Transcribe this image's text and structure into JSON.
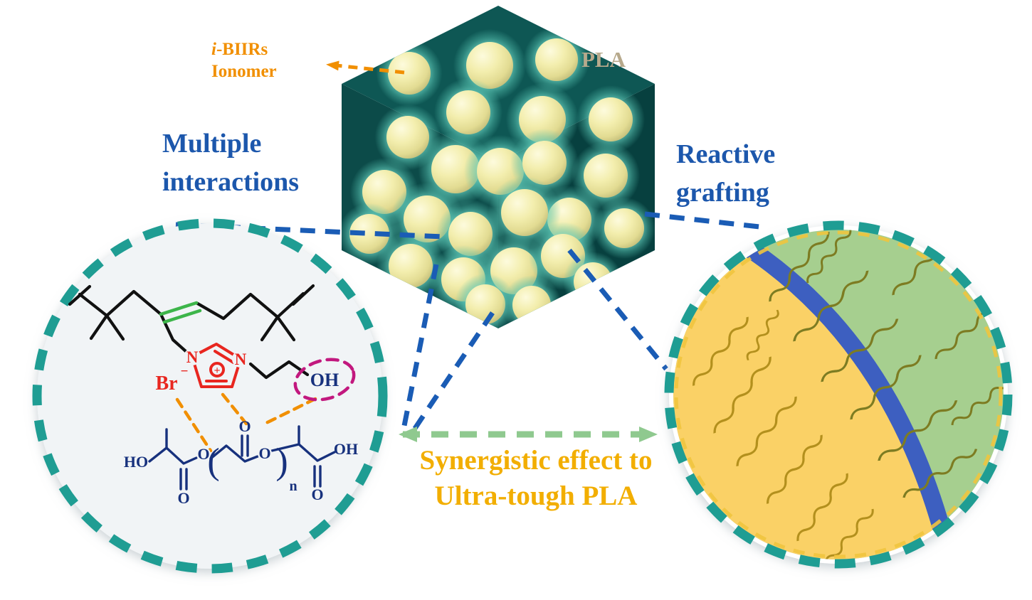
{
  "figure": {
    "ionomer_label": {
      "italic": "i",
      "suffix": "-BIIRs",
      "line2": "Ionomer"
    },
    "pla_label": "PLA",
    "multiple_interactions": {
      "line1": "Multiple",
      "line2": "interactions"
    },
    "reactive_grafting": {
      "line1": "Reactive",
      "line2": "grafting"
    },
    "synergy_caption": {
      "line1": "Synergistic effect to",
      "line2": "Ultra-tough PLA"
    }
  },
  "chemistry": {
    "n_left": "N",
    "n_right": "N",
    "ring_charge": "+",
    "br": "Br",
    "br_charge": "−",
    "oh_circled": "OH",
    "ho": "HO",
    "o_carbonyl_left": "O",
    "o_ester_left": "O",
    "o_carbonyl_mid": "O",
    "o_ester_mid": "O",
    "o_carbonyl_right": "O",
    "oh_end": "OH",
    "bracket_open": "(",
    "bracket_close": ")",
    "repeat_subscript": "n"
  },
  "colors": {
    "teal_ring": "#1F9D93",
    "blue_text": "#1C57AC",
    "blue_connector": "#1A5CB5",
    "orange": "#F18F00",
    "gold": "#F2AE00",
    "green_arrow": "#8FC98F",
    "green_bond": "#3DB54A",
    "red_chem": "#E8261F",
    "navy_chem": "#17317D",
    "magenta": "#C2187E",
    "pla_label": "#B7A98C",
    "cube_top": "#0E5754",
    "cube_left": "#0C4B49",
    "cube_right": "#07403F",
    "chem_bg": "#F1F4F6",
    "circle_green": "#A6CF8F",
    "circle_yellow": "#FAD166",
    "band_blue": "#3D5FC0",
    "squiggle_dark": "#7D7C22",
    "squiggle_gold": "#B3901D",
    "gold_ring": "#F0C43E"
  }
}
